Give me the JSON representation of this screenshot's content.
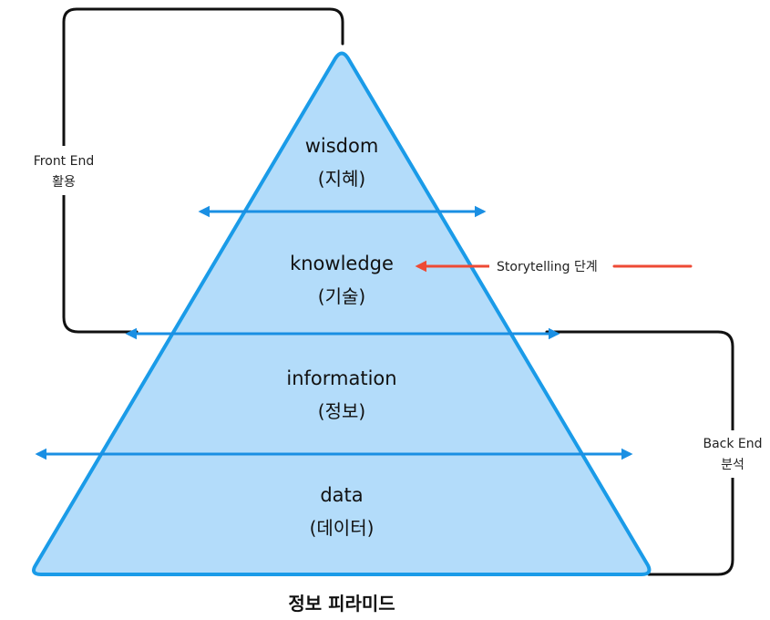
{
  "pyramid": {
    "levels": [
      {
        "id": "wisdom",
        "en": "wisdom",
        "ko": "(지혜)"
      },
      {
        "id": "knowledge",
        "en": "knowledge",
        "ko": "(기술)"
      },
      {
        "id": "information",
        "en": "information",
        "ko": "(정보)"
      },
      {
        "id": "data",
        "en": "data",
        "ko": "(데이터)"
      }
    ]
  },
  "front_end": {
    "line1": "Front End",
    "line2": "활용"
  },
  "back_end": {
    "line1": "Back End",
    "line2": "분석"
  },
  "storytelling": {
    "label": "Storytelling 단계"
  },
  "caption": "정보 피라미드",
  "colors": {
    "pyramid_fill": "#b3dcfa",
    "pyramid_stroke": "#1a9be8",
    "arrow_blue": "#1a8fe3",
    "arrow_red": "#ee4a35",
    "bracket": "#111111"
  }
}
